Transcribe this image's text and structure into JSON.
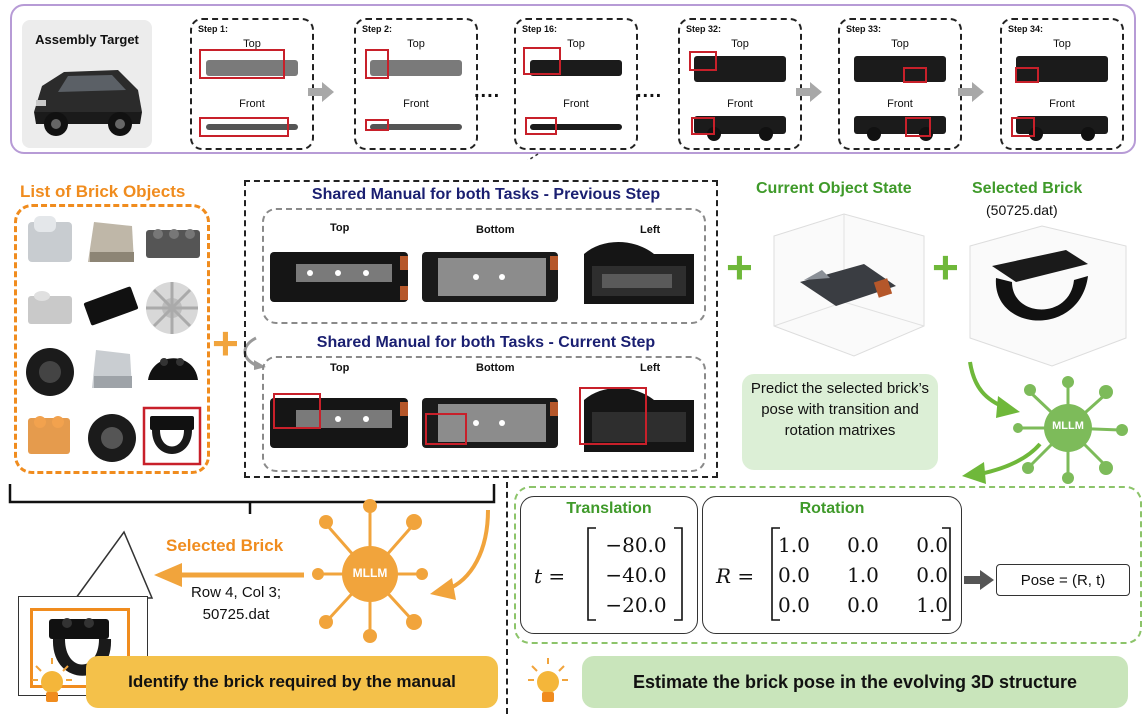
{
  "top": {
    "target_title": "Assembly Target",
    "steps": [
      {
        "label": "Step 1:",
        "view_top": "Top",
        "view_front": "Front"
      },
      {
        "label": "Step 2:",
        "view_top": "Top",
        "view_front": "Front"
      },
      {
        "label": "Step 16:",
        "view_top": "Top",
        "view_front": "Front"
      },
      {
        "label": "Step 32:",
        "view_top": "Top",
        "view_front": "Front"
      },
      {
        "label": "Step 33:",
        "view_top": "Top",
        "view_front": "Front"
      },
      {
        "label": "Step 34:",
        "view_top": "Top",
        "view_front": "Front"
      }
    ],
    "ellipsis": "...."
  },
  "bricks": {
    "title": "List of Brick Objects",
    "grid_rows": 4,
    "grid_cols": 3,
    "highlight": {
      "row": 4,
      "col": 3
    }
  },
  "manual": {
    "previous_title": "Shared Manual for both Tasks - Previous Step",
    "current_title": "Shared Manual for both Tasks - Current Step",
    "views": [
      "Top",
      "Bottom",
      "Left"
    ]
  },
  "state": {
    "current_title": "Current Object State",
    "selected_title": "Selected Brick",
    "selected_file": "(50725.dat)",
    "predict_text": "Predict the selected brick’s pose with transition and rotation matrixes",
    "mllm": "MLLM"
  },
  "identify": {
    "selected_label": "Selected Brick",
    "result_line1": "Row 4, Col 3;",
    "result_line2": "50725.dat",
    "mllm": "MLLM",
    "banner": "Identify the brick required by the manual"
  },
  "pose": {
    "translation_title": "Translation",
    "rotation_title": "Rotation",
    "t_symbol": "t =",
    "r_symbol": "R =",
    "t": [
      "−80.0",
      "−40.0",
      "−20.0"
    ],
    "R": [
      [
        "1.0",
        "0.0",
        "0.0"
      ],
      [
        "0.0",
        "1.0",
        "0.0"
      ],
      [
        "0.0",
        "0.0",
        "1.0"
      ]
    ],
    "pose_label": "Pose = (R, t)",
    "banner": "Estimate the brick pose in the evolving 3D structure"
  },
  "colors": {
    "orange": "#f08c1e",
    "navy": "#1a1f71",
    "green": "#3f9a2a",
    "purple_border": "#b79bd6",
    "highlight_red": "#c8202a"
  }
}
